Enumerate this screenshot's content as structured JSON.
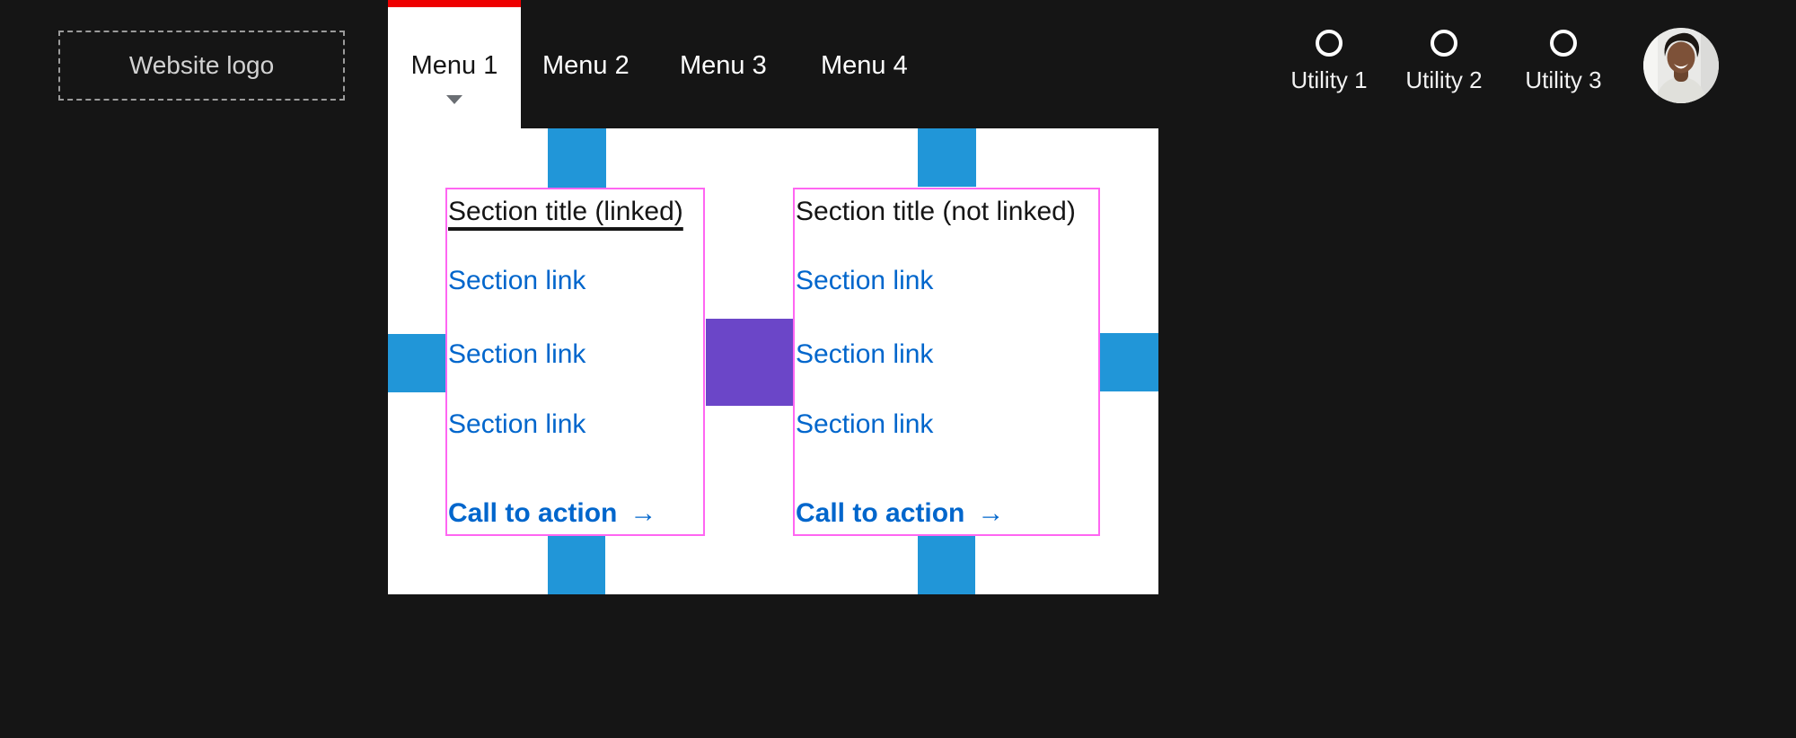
{
  "header": {
    "logo_label": "Website logo",
    "menus": [
      {
        "label": "Menu 1",
        "active": true
      },
      {
        "label": "Menu 2",
        "active": false
      },
      {
        "label": "Menu 3",
        "active": false
      },
      {
        "label": "Menu 4",
        "active": false
      }
    ],
    "utilities": [
      {
        "label": "Utility 1"
      },
      {
        "label": "Utility 2"
      },
      {
        "label": "Utility 3"
      }
    ]
  },
  "megamenu": {
    "columns": [
      {
        "title": "Section title (linked)",
        "linked": true,
        "links": [
          "Section link",
          "Section link",
          "Section link"
        ],
        "cta_label": "Call to action",
        "cta_arrow": "→"
      },
      {
        "title": "Section title (not linked)",
        "linked": false,
        "links": [
          "Section link",
          "Section link",
          "Section link"
        ],
        "cta_label": "Call to action",
        "cta_arrow": "→"
      }
    ]
  },
  "colors": {
    "background": "#151515",
    "active_tab_bar_red": "#EE0000",
    "link_blue": "#0066CC",
    "spacing_indicator_blue": "#2196D8",
    "spacing_indicator_purple": "#6B46C8",
    "annotation_pink": "#FF66F2"
  }
}
